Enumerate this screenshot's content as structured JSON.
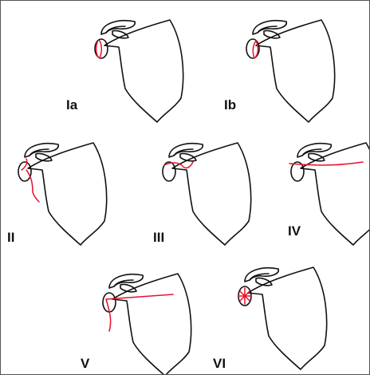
{
  "colors": {
    "outline": "#111111",
    "fracture": "#e8112d",
    "background": "#ffffff",
    "border": "#555555"
  },
  "panels": [
    {
      "id": "type-ia",
      "label": "Ia",
      "fracture_pattern": "anterior glenoid rim"
    },
    {
      "id": "type-ib",
      "label": "Ib",
      "fracture_pattern": "posterior glenoid rim"
    },
    {
      "id": "type-ii",
      "label": "II",
      "fracture_pattern": "inferior glenoid exiting lateral border"
    },
    {
      "id": "type-iii",
      "label": "III",
      "fracture_pattern": "superior glenoid to coracoid base"
    },
    {
      "id": "type-iv",
      "label": "IV",
      "fracture_pattern": "transverse through scapular body to medial border"
    },
    {
      "id": "type-v",
      "label": "V",
      "fracture_pattern": "transverse body plus lateral border (IV + II)"
    },
    {
      "id": "type-vi",
      "label": "VI",
      "fracture_pattern": "comminuted glenoid surface"
    }
  ]
}
